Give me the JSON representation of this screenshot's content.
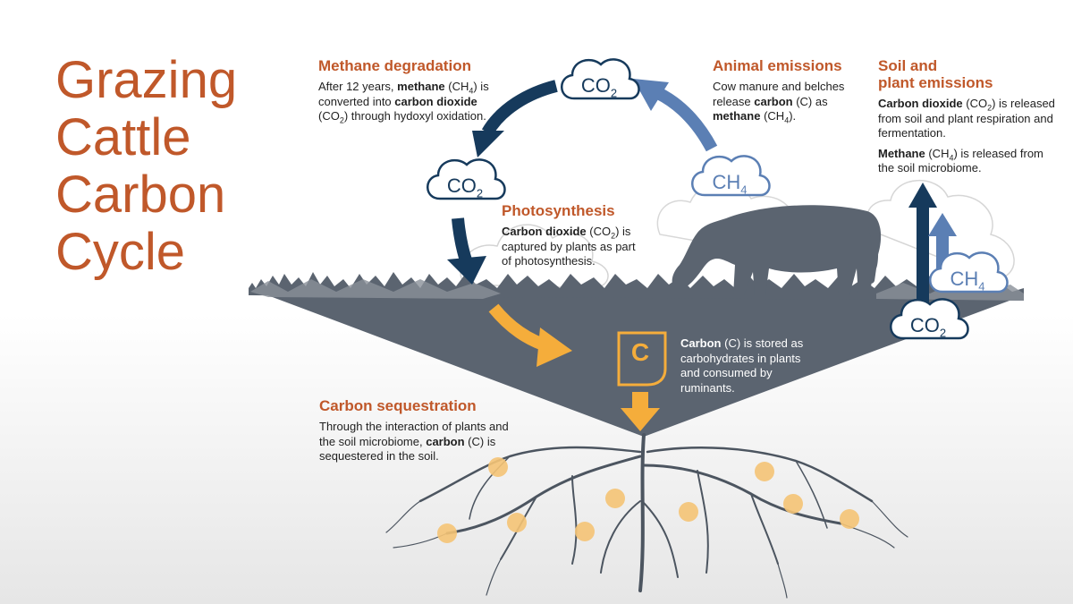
{
  "title_lines": [
    "Grazing",
    "Cattle",
    "Carbon",
    "Cycle"
  ],
  "methane_degradation": {
    "heading": "Methane degradation",
    "t1": "After 12 years, ",
    "b1": "methane",
    "t2": " (CH",
    "s1": "4",
    "t3": ") is converted into ",
    "b2": "carbon dioxide",
    "t4": " (CO",
    "s2": "2",
    "t5": ") through hydoxyl oxidation."
  },
  "animal_emissions": {
    "heading": "Animal emissions",
    "t1": "Cow manure and belches release ",
    "b1": "carbon",
    "t2": " (C) as ",
    "b2": "methane",
    "t3": " (CH",
    "s1": "4",
    "t4": ")."
  },
  "soil_plant_emissions": {
    "heading_line1": "Soil and",
    "heading_line2": "plant emissions",
    "p1_b": "Carbon dioxide",
    "p1_t1": " (CO",
    "p1_s": "2",
    "p1_t2": ") is released from soil and plant respiration and fermentation.",
    "p2_b": "Methane",
    "p2_t1": " (CH",
    "p2_s": "4",
    "p2_t2": ") is released from the soil microbiome."
  },
  "photosynthesis": {
    "heading": "Photosynthesis",
    "b1": "Carbon dioxide",
    "t1": " (CO",
    "s1": "2",
    "t2": ") is captured by plants as part of photosynthesis."
  },
  "carbon_storage": {
    "b1": "Carbon",
    "t1": " (C) is stored as carbohydrates in plants and consumed by ruminants."
  },
  "carbon_sequestration": {
    "heading": "Carbon sequestration",
    "t1": "Through the interaction of plants and the soil microbiome, ",
    "b1": "carbon",
    "t2": " (C) is sequestered in the soil."
  },
  "clouds": {
    "co2_top": {
      "main": "CO",
      "sub": "2"
    },
    "co2_left": {
      "main": "CO",
      "sub": "2"
    },
    "ch4_cow": {
      "main": "CH",
      "sub": "4"
    },
    "ch4_right": {
      "main": "CH",
      "sub": "4"
    },
    "co2_right": {
      "main": "CO",
      "sub": "2"
    }
  },
  "carbon_symbol": "C",
  "colors": {
    "title": "#c0582a",
    "heading": "#c0582a",
    "navy": "#163a5c",
    "slate_blue": "#5b7fb4",
    "soil": "#5b6470",
    "amber": "#f5ad3b",
    "root": "#4c5560"
  }
}
